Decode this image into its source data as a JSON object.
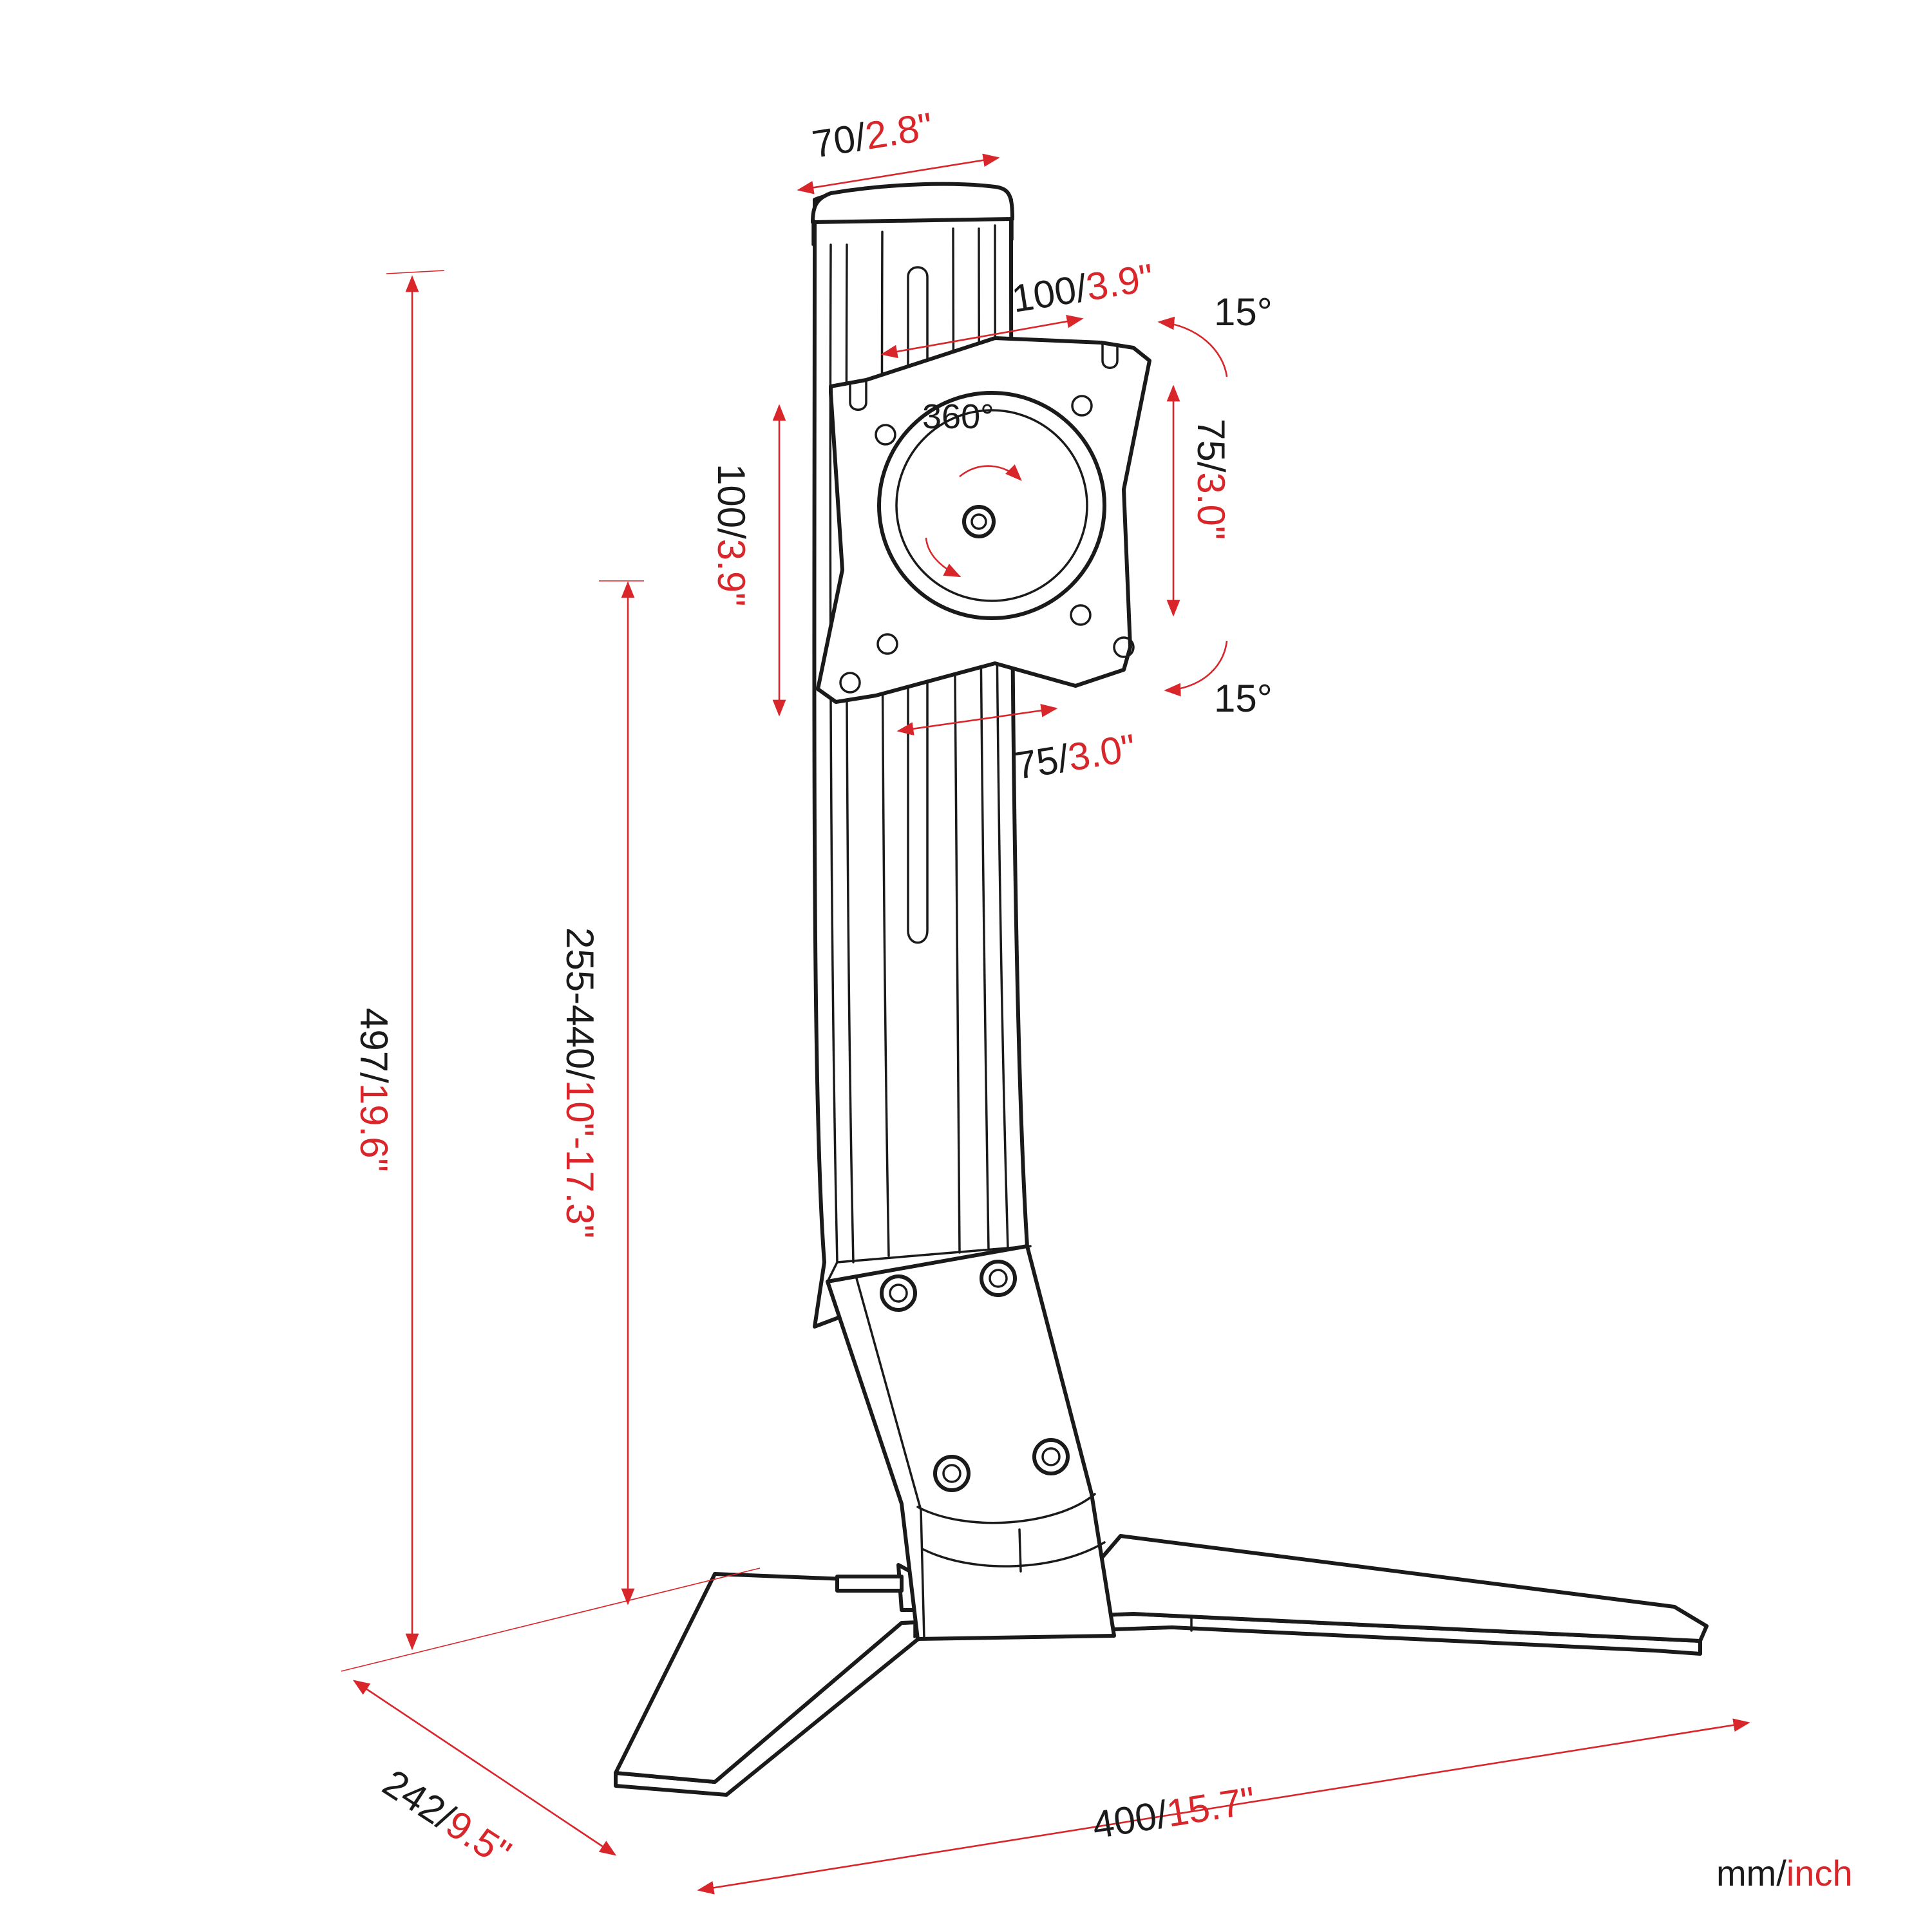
{
  "colors": {
    "highlight": "#d8262b",
    "line": "#1a1a1a",
    "background": "#ffffff"
  },
  "dimensions": {
    "pole_width": {
      "mm": "70",
      "inch": "2.8\""
    },
    "vesa_top": {
      "mm": "100",
      "inch": "3.9\""
    },
    "vesa_left": {
      "mm": "100",
      "inch": "3.9\""
    },
    "vesa_right": {
      "mm": "75",
      "inch": "3.0\""
    },
    "vesa_bottom": {
      "mm": "75",
      "inch": "3.0\""
    },
    "total_height": {
      "mm": "497",
      "inch": "19.6\""
    },
    "height_range": {
      "mm": "255-440",
      "inch": "10\"-17.3\""
    },
    "base_depth": {
      "mm": "242",
      "inch": "9.5\""
    },
    "base_width": {
      "mm": "400",
      "inch": "15.7\""
    }
  },
  "angles": {
    "tilt_up": "15°",
    "tilt_down": "15°",
    "rotation": "360°"
  },
  "units": {
    "primary": "mm",
    "secondary": "inch"
  }
}
